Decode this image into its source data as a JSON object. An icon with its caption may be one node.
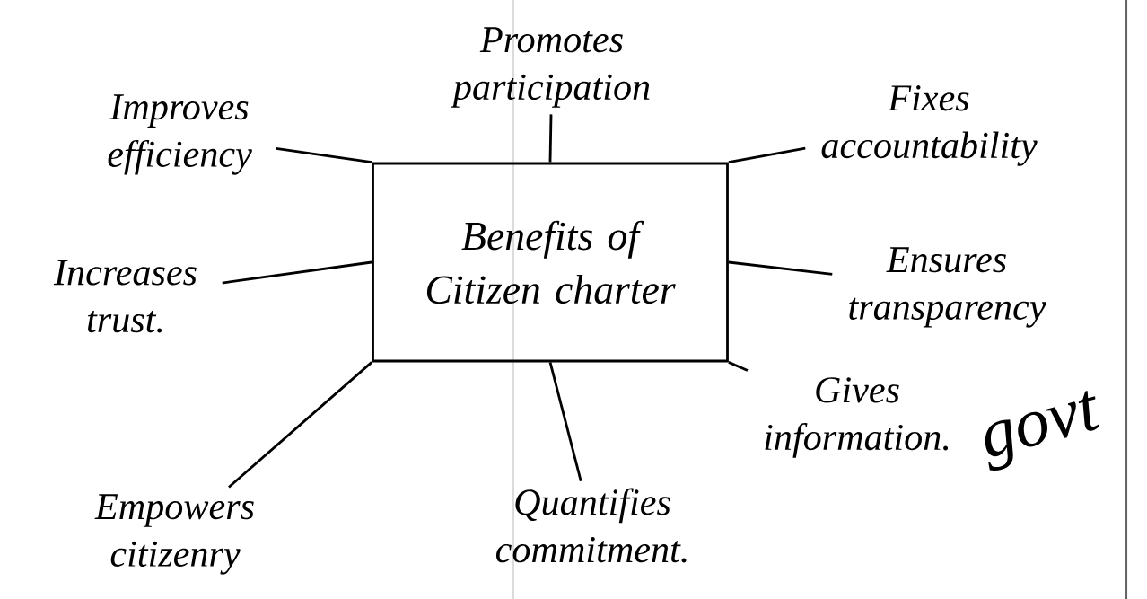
{
  "diagram": {
    "nodes": [
      {
        "text": [
          "Benefits of Citizen charter"
        ]
      },
      {
        "text": [
          "Promotes participation"
        ]
      },
      {
        "text": [
          "Improves efficiency"
        ]
      },
      {
        "text": [
          "Fixes accountability"
        ]
      },
      {
        "text": [
          "Ensures transparency"
        ]
      },
      {
        "text": [
          "Increases trust."
        ]
      },
      {
        "text": [
          "Gives information."
        ]
      },
      {
        "text": [
          "Empowers citizenry"
        ]
      },
      {
        "text": [
          "Quantifies commitment."
        ]
      }
    ],
    "edges": [
      {
        "from": 0,
        "to": 1,
        "arrow": "none"
      },
      {
        "from": 0,
        "to": 2,
        "arrow": "none"
      },
      {
        "from": 0,
        "to": 3,
        "arrow": "none"
      },
      {
        "from": 0,
        "to": 4,
        "arrow": "none"
      },
      {
        "from": 0,
        "to": 5,
        "arrow": "none"
      },
      {
        "from": 0,
        "to": 6,
        "arrow": "none"
      },
      {
        "from": 0,
        "to": 7,
        "arrow": "none"
      },
      {
        "from": 0,
        "to": 8,
        "arrow": "none"
      }
    ],
    "labels": [
      "govt"
    ]
  }
}
